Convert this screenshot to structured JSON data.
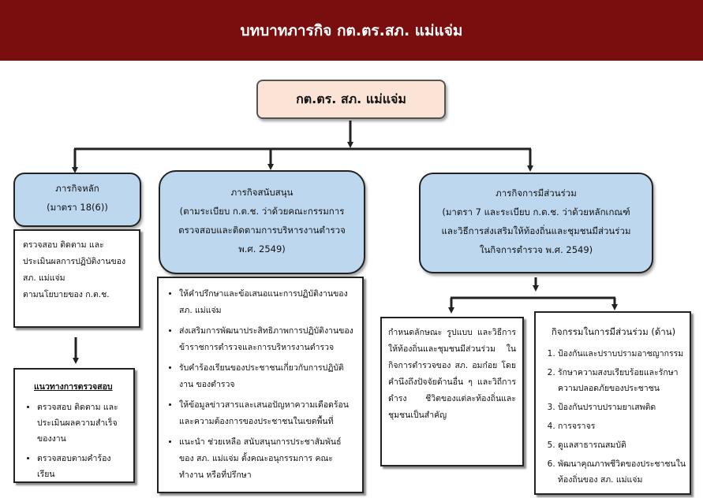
{
  "header": {
    "title": "บทบาทภารกิจ กต.ตร.สภ. แม่แจ่ม"
  },
  "center": {
    "label": "กต.ตร. สภ. แม่แจ่ม"
  },
  "left": {
    "title": "ภารกิจหลัก",
    "subtitle": "(มาตรา 18(6))",
    "desc": [
      "ตรวจสอบ ติดตาม และ",
      "ประเมินผลการปฏิบัติงานของ",
      "สภ. แม่แจ่ม",
      "ตามนโยบายของ ก.ต.ช."
    ],
    "guide_title": "แนวทางการตรวจสอบ",
    "guide_items": [
      "ตรวจสอบ ติดตาม และประเมินผลความสำเร็จของงาน",
      "ตรวจสอบตามคำร้องเรียน"
    ]
  },
  "middle": {
    "title": "ภารกิจสนับสนุน",
    "sub1": "(ตามระเบียบ ก.ต.ช. ว่าด้วยคณะกรรมการ",
    "sub2": "ตรวจสอบและติดตามการบริหารงานตำรวจ",
    "sub3": "พ.ศ. 2549)",
    "items": [
      "ให้คำปรึกษาและข้อเสนอแนะการปฏิบัติงานของ สภ. แม่แจ่ม",
      "ส่งเสริมการพัฒนาประสิทธิภาพการปฏิบัติงานของข้าราชการตำรวจและการบริหารงานตำรวจ",
      "รับคำร้องเรียนของประชาชนเกี่ยวกับการปฏิบัติงาน ของตำรวจ",
      "ให้ข้อมูลข่าวสารและเสนอปัญหาความเดือดร้อนและความต้องการของประชาชนในเขตพื้นที่",
      "แนะนำ ช่วยเหลือ สนับสนุนการประชาสัมพันธ์ของ สภ. แม่แจ่ม  ตั้งคณะอนุกรรมการ คณะทำงาน หรือที่ปรึกษา"
    ]
  },
  "right": {
    "title": "ภารกิจการมีส่วนร่วม",
    "sub1": "(มาตรา 7 และระเบียบ ก.ต.ช. ว่าด้วยหลักเกณฑ์",
    "sub2": "และวิธีการส่งเสริมให้ท้องถิ่นและชุมชนมีส่วนร่วม",
    "sub3": "ในกิจการตำรวจ พ.ศ. 2549)",
    "desc": "กำหนดลักษณะ รูปแบบ และวิธีการให้ท้องถิ่นและชุมชนมีส่วนร่วม ในกิจการตำรวจของ สภ. อมก๋อย โดยคำนึงถึงปัจจัยด้านอื่น ๆ และวิถีการดำรง ชีวิตของแต่ละท้องถิ่นและชุมชนเป็นสำคัญ",
    "activities_title": "กิจกรรมในการมีส่วนร่วม (ด้าน)",
    "activities": [
      "ป้องกันและปราบปรามอาชญากรรม",
      "รักษาความสงบเรียบร้อยและรักษาความปลอดภัยของประชาชน",
      "ป้องกันปราบปรามยาเสพติด",
      "การจราจร",
      "ดูแลสาธารณสมบัติ",
      "พัฒนาคุณภาพชีวิตของประชาชนในท้องถิ่นของ สภ. แม่แจ่ม"
    ]
  }
}
